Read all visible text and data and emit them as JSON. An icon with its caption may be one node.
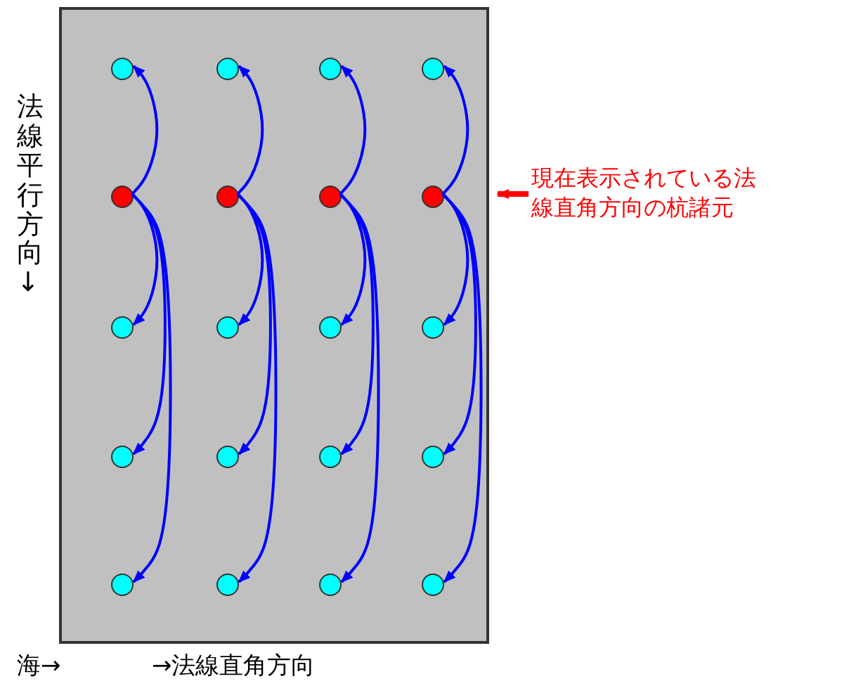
{
  "diagram": {
    "nodes": [
      {
        "text": [],
        "shape": "box"
      },
      {
        "text": [],
        "shape": "circle",
        "in": 0
      },
      {
        "text": [],
        "shape": "circle",
        "in": 0
      },
      {
        "text": [],
        "shape": "circle",
        "in": 0
      },
      {
        "text": [],
        "shape": "circle",
        "in": 0
      },
      {
        "text": [],
        "shape": "circle",
        "in": 0
      },
      {
        "text": [],
        "shape": "circle",
        "in": 0
      },
      {
        "text": [],
        "shape": "circle",
        "in": 0
      },
      {
        "text": [],
        "shape": "circle",
        "in": 0
      },
      {
        "text": [],
        "shape": "circle",
        "in": 0
      },
      {
        "text": [],
        "shape": "circle",
        "in": 0
      },
      {
        "text": [],
        "shape": "circle",
        "in": 0
      },
      {
        "text": [],
        "shape": "circle",
        "in": 0
      },
      {
        "text": [],
        "shape": "circle",
        "in": 0
      },
      {
        "text": [],
        "shape": "circle",
        "in": 0
      },
      {
        "text": [],
        "shape": "circle",
        "in": 0
      },
      {
        "text": [],
        "shape": "circle",
        "in": 0
      },
      {
        "text": [],
        "shape": "circle",
        "in": 0
      },
      {
        "text": [],
        "shape": "circle",
        "in": 0
      },
      {
        "text": [],
        "shape": "circle",
        "in": 0
      },
      {
        "text": [],
        "shape": "circle",
        "in": 0
      },
      {
        "text": [
          "現在表示されている法線直角方向の杭諸元"
        ]
      }
    ],
    "edges": [
      {
        "from": 5,
        "to": 1,
        "arrow": "to"
      },
      {
        "from": 5,
        "to": 9,
        "arrow": "to"
      },
      {
        "from": 5,
        "to": 13,
        "arrow": "to"
      },
      {
        "from": 5,
        "to": 17,
        "arrow": "to"
      },
      {
        "from": 6,
        "to": 2,
        "arrow": "to"
      },
      {
        "from": 6,
        "to": 10,
        "arrow": "to"
      },
      {
        "from": 6,
        "to": 14,
        "arrow": "to"
      },
      {
        "from": 6,
        "to": 18,
        "arrow": "to"
      },
      {
        "from": 7,
        "to": 3,
        "arrow": "to"
      },
      {
        "from": 7,
        "to": 11,
        "arrow": "to"
      },
      {
        "from": 7,
        "to": 15,
        "arrow": "to"
      },
      {
        "from": 7,
        "to": 19,
        "arrow": "to"
      },
      {
        "from": 8,
        "to": 4,
        "arrow": "to"
      },
      {
        "from": 8,
        "to": 12,
        "arrow": "to"
      },
      {
        "from": 8,
        "to": 16,
        "arrow": "to"
      },
      {
        "from": 8,
        "to": 20,
        "arrow": "to"
      },
      {
        "from": 21,
        "to": null,
        "arrow": "to",
        "style": "thick",
        "color": "#ff0000"
      }
    ],
    "labels": [
      "法線平行方向↓",
      "海→",
      "→法線直角方向"
    ]
  }
}
